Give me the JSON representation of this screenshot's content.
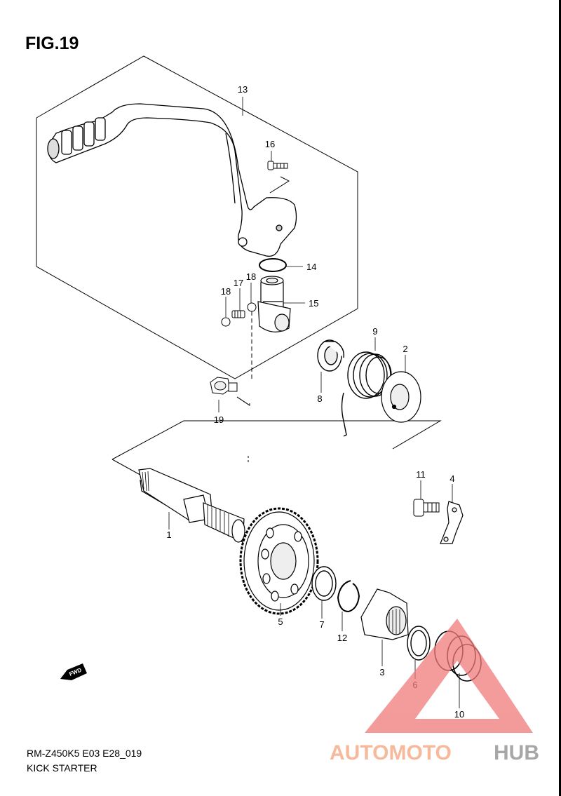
{
  "figure": {
    "title": "FIG.19"
  },
  "footer": {
    "model_code": "RM-Z450K5 E03 E28_019",
    "section_name": "KICK STARTER"
  },
  "callouts": {
    "p1": "1",
    "p2": "2",
    "p3": "3",
    "p4": "4",
    "p5": "5",
    "p6": "6",
    "p7": "7",
    "p8": "8",
    "p9": "9",
    "p10": "10",
    "p11": "11",
    "p12": "12",
    "p13": "13",
    "p14": "14",
    "p15": "15",
    "p16": "16",
    "p17": "17",
    "p18a": "18",
    "p18b": "18",
    "p19": "19"
  },
  "direction_arrow": {
    "label": "FWD"
  },
  "watermark": {
    "part1": "AUTOMOTO",
    "part2": "HUB",
    "color_primary": "#f5a27a",
    "color_secondary": "#8a8a8a",
    "triangle_color": "#f07a7a"
  }
}
